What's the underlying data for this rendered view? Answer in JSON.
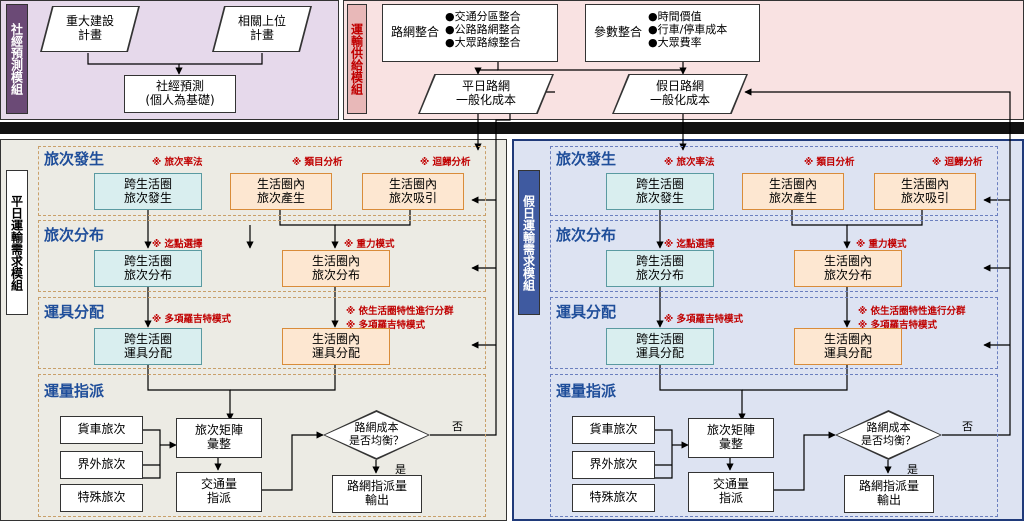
{
  "top": {
    "socio": {
      "module_label": "社經預測模組",
      "input1": "重大建設\n計畫",
      "input2": "相關上位\n計畫",
      "process": "社經預測\n(個人為基礎)"
    },
    "supply": {
      "module_label": "運輸供給模組",
      "network_title": "路網整合",
      "network_items": [
        "●交通分區整合",
        "●公路路網整合",
        "●大眾路線整合"
      ],
      "param_title": "參數整合",
      "param_items": [
        "●時間價值",
        "●行車/停車成本",
        "●大眾費率"
      ],
      "weekday_cost": "平日路網\n一般化成本",
      "holiday_cost": "假日路網\n一般化成本"
    }
  },
  "weekday": {
    "module_label": "平日運輸需求模組",
    "stages": {
      "generation": "旅次發生",
      "distribution": "旅次分布",
      "mode": "運具分配",
      "assignment": "運量指派"
    },
    "notes": {
      "rate": "※ 旅次率法",
      "category": "※ 類目分析",
      "regression": "※ 迴歸分析",
      "destination": "※ 迄點選擇",
      "gravity": "※ 重力模式",
      "logit_cross": "※ 多項羅吉特模式",
      "cluster": "※ 依生活圈特性進行分群",
      "logit_within": "※ 多項羅吉特模式"
    },
    "boxes": {
      "cross_gen": "跨生活圈\n旅次發生",
      "within_prod": "生活圈內\n旅次產生",
      "within_attr": "生活圈內\n旅次吸引",
      "cross_dist": "跨生活圈\n旅次分布",
      "within_dist": "生活圈內\n旅次分布",
      "cross_mode": "跨生活圈\n運具分配",
      "within_mode": "生活圈內\n運具分配",
      "truck": "貨車旅次",
      "external": "界外旅次",
      "special": "特殊旅次",
      "matrix": "旅次矩陣\n彙整",
      "traffic": "交通量\n指派",
      "decision": "路網成本\n是否均衡？",
      "output": "路網指派量\n輸出",
      "no": "否",
      "yes": "是"
    }
  },
  "holiday": {
    "module_label": "假日運輸需求模組",
    "stages": {
      "generation": "旅次發生",
      "distribution": "旅次分布",
      "mode": "運具分配",
      "assignment": "運量指派"
    },
    "notes": {
      "rate": "※ 旅次率法",
      "category": "※ 類目分析",
      "regression": "※ 迴歸分析",
      "destination": "※ 迄點選擇",
      "gravity": "※ 重力模式",
      "logit_cross": "※ 多項羅吉特模式",
      "cluster": "※ 依生活圈特性進行分群",
      "logit_within": "※ 多項羅吉特模式"
    },
    "boxes": {
      "cross_gen": "跨生活圈\n旅次發生",
      "within_prod": "生活圈內\n旅次產生",
      "within_attr": "生活圈內\n旅次吸引",
      "cross_dist": "跨生活圈\n旅次分布",
      "within_dist": "生活圈內\n旅次分布",
      "cross_mode": "跨生活圈\n運具分配",
      "within_mode": "生活圈內\n運具分配",
      "truck": "貨車旅次",
      "external": "界外旅次",
      "special": "特殊旅次",
      "matrix": "旅次矩陣\n彙整",
      "traffic": "交通量\n指派",
      "decision": "路網成本\n是否均衡？",
      "output": "路網指派量\n輸出",
      "no": "否",
      "yes": "是"
    }
  },
  "colors": {
    "socio_bg": "#e6d9eb",
    "supply_bg": "#f9e2e2",
    "weekday_bg": "#ecebe4",
    "holiday_bg": "#dde3f2",
    "stage_title": "#1f4e9a",
    "note_red": "#c00000",
    "teal_box": "#d9eeef",
    "orange_box": "#fde7d1"
  }
}
